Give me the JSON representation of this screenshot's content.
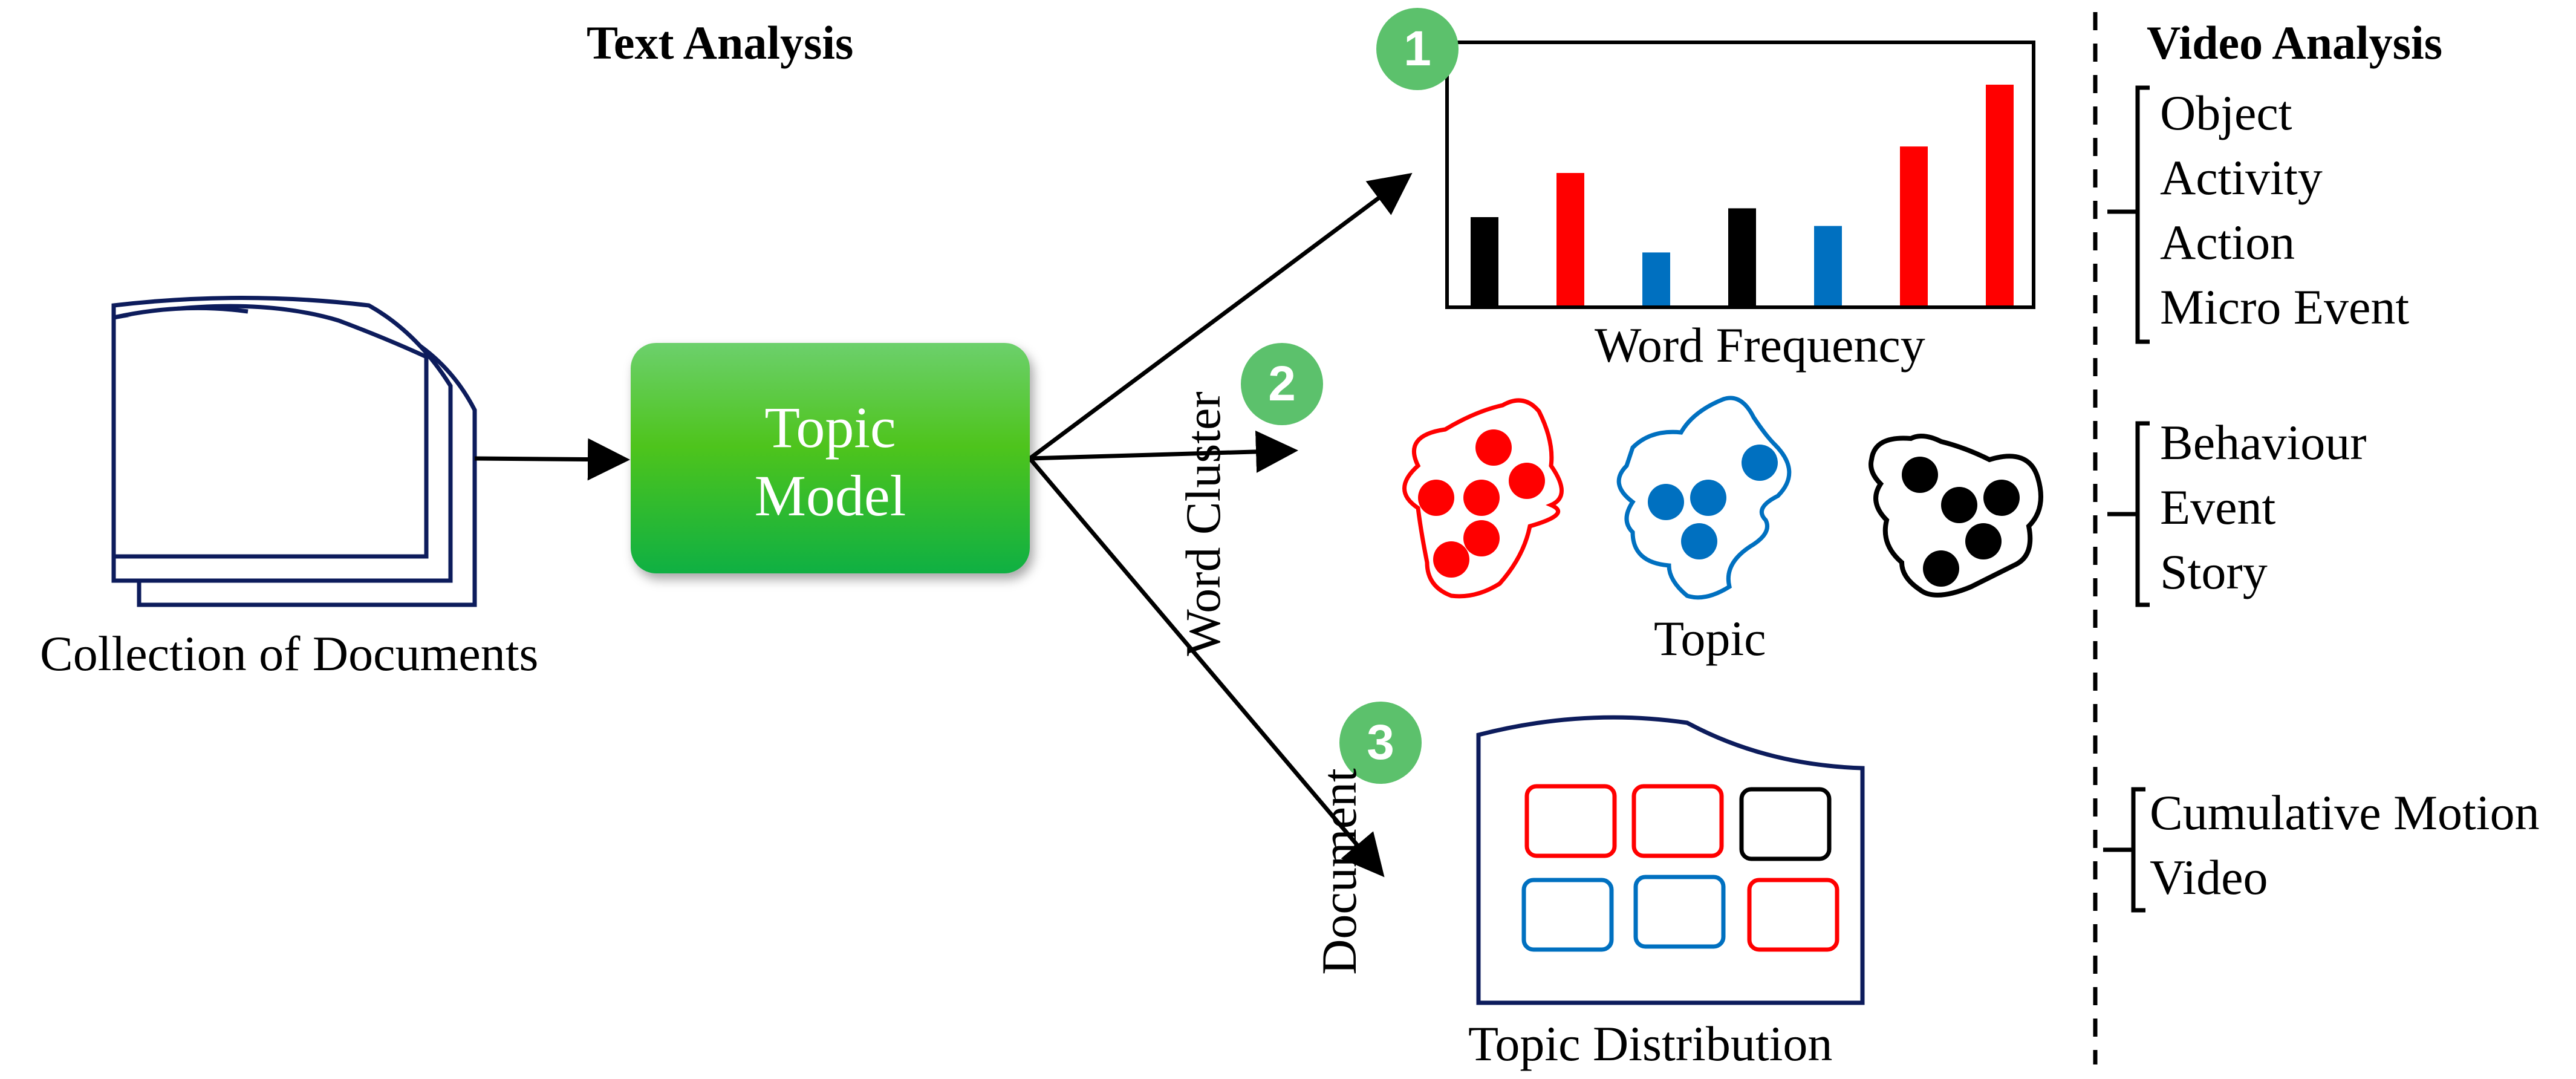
{
  "header": {
    "text_analysis": "Text Analysis",
    "video_analysis": "Video Analysis"
  },
  "input": {
    "label": "Collection of Documents"
  },
  "model": {
    "line1": "Topic",
    "line2": "Model"
  },
  "outputs": {
    "word_frequency": {
      "badge": "1",
      "label": "Word Frequency",
      "bars": [
        {
          "value": 0.4,
          "color": "black"
        },
        {
          "value": 0.6,
          "color": "red"
        },
        {
          "value": 0.24,
          "color": "blue"
        },
        {
          "value": 0.44,
          "color": "black"
        },
        {
          "value": 0.36,
          "color": "blue"
        },
        {
          "value": 0.72,
          "color": "red"
        },
        {
          "value": 1.0,
          "color": "red"
        }
      ]
    },
    "word_cluster": {
      "badge": "2",
      "label": "Word Cluster",
      "caption": "Topic"
    },
    "topic_distribution": {
      "badge": "3",
      "side_label": "Document",
      "label": "Topic Distribution"
    }
  },
  "video": {
    "group1": [
      "Object",
      "Activity",
      "Action",
      "Micro Event"
    ],
    "group2": [
      "Behaviour",
      "Event",
      "Story"
    ],
    "group3": [
      "Cumulative Motion",
      "Video"
    ]
  },
  "colors": {
    "red": "#ff0000",
    "blue": "#0070c0",
    "black": "#000000",
    "navy": "#0d1c5c",
    "badge_green": "#5cc16c"
  }
}
